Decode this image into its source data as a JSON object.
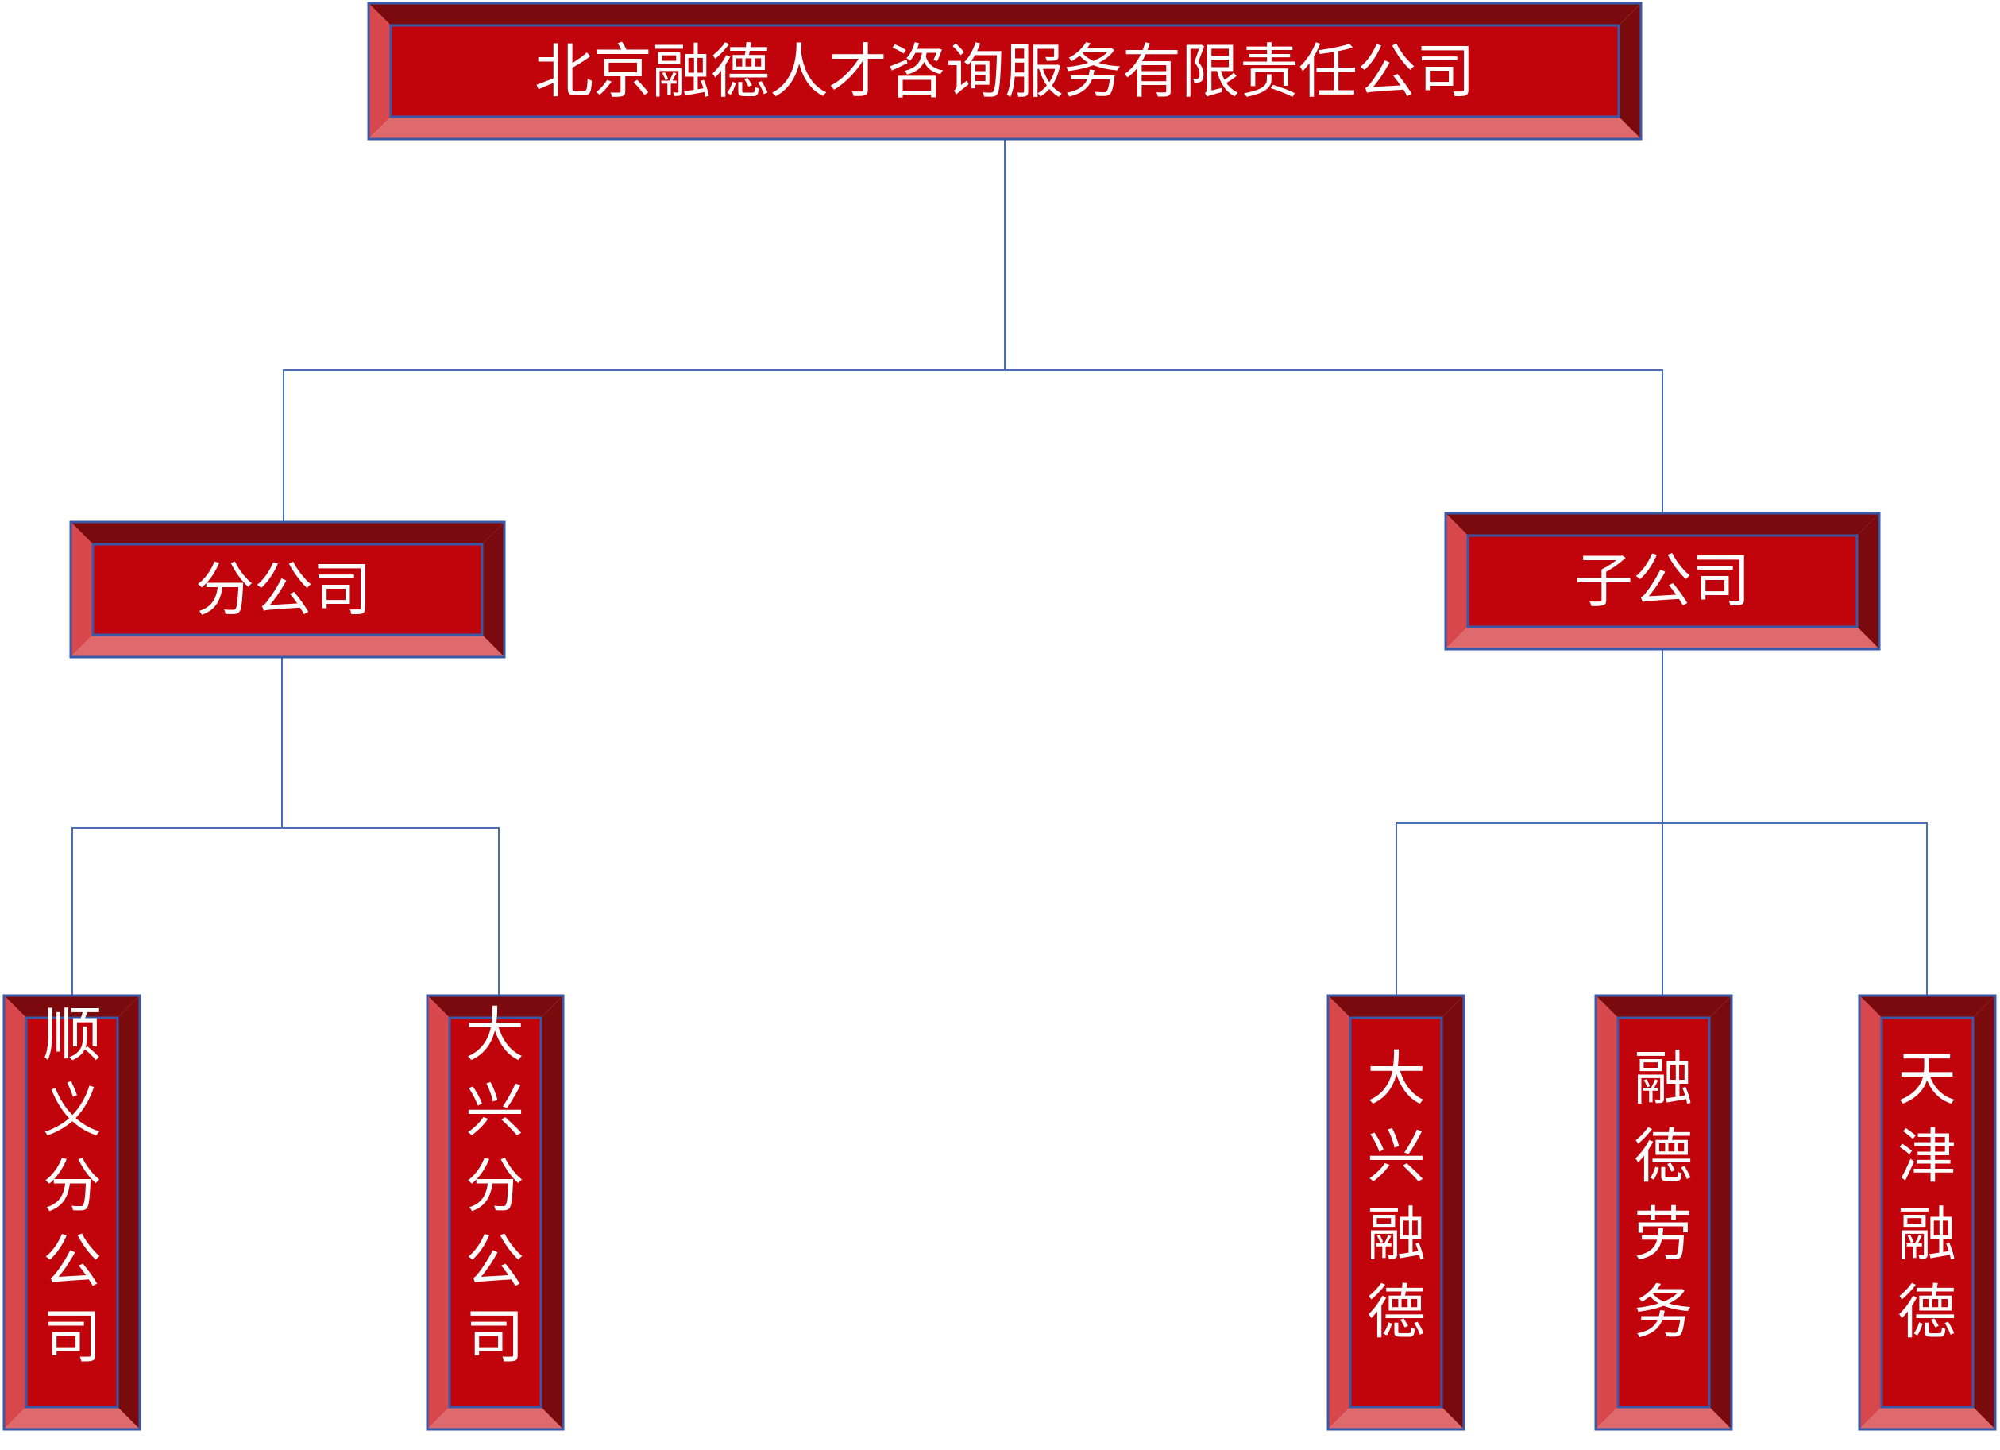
{
  "root": {
    "label": "北京融德人才咨询服务有限责任公司"
  },
  "branches": {
    "label": "分公司"
  },
  "subsidiaries": {
    "label": "子公司"
  },
  "leaves": {
    "shunyi": {
      "label": "顺义分公司"
    },
    "daxing_branch": {
      "label": "大兴分公司"
    },
    "daxing_rongde": {
      "label": "大兴融德"
    },
    "rongde_labor": {
      "label": "融德劳务"
    },
    "tianjin_rongde": {
      "label": "天津融德"
    }
  },
  "colors": {
    "center": "#c1040b",
    "dark_bevel": "#7a0a0d",
    "light_bevel": "#de6a6d",
    "left_bevel": "#d7474b",
    "outline": "#3a58a8",
    "connector": "#4a6db8",
    "text": "#ffffff"
  }
}
